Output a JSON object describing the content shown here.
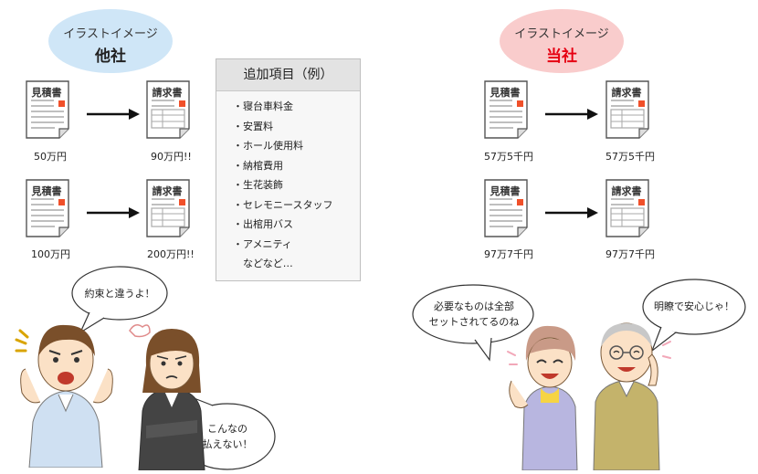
{
  "competitor": {
    "title_sub": "イラストイメージ",
    "title_main": "他社",
    "rows": [
      {
        "estimate_label": "見積書",
        "estimate_price": "50万円",
        "invoice_label": "請求書",
        "invoice_price": "90万円!!"
      },
      {
        "estimate_label": "見積書",
        "estimate_price": "100万円",
        "invoice_label": "請求書",
        "invoice_price": "200万円!!"
      }
    ],
    "extra_items": {
      "header": "追加項目（例）",
      "items": [
        "・寝台車料金",
        "・安置料",
        "・ホール使用料",
        "・納棺費用",
        "・生花装飾",
        "・セレモニースタッフ",
        "・出棺用バス",
        "・アメニティ",
        "　などなど…"
      ]
    },
    "speech_man": "約束と違うよ！",
    "speech_woman_line1": "こんなの",
    "speech_woman_line2": "払えない！"
  },
  "ours": {
    "title_sub": "イラストイメージ",
    "title_main": "当社",
    "rows": [
      {
        "estimate_label": "見積書",
        "estimate_price": "57万5千円",
        "invoice_label": "請求書",
        "invoice_price": "57万5千円"
      },
      {
        "estimate_label": "見積書",
        "estimate_price": "97万7千円",
        "invoice_label": "請求書",
        "invoice_price": "97万7千円"
      }
    ],
    "speech_woman_line1": "必要なものは全部",
    "speech_woman_line2": "セットされてるのね",
    "speech_man": "明瞭で安心じゃ！"
  },
  "colors": {
    "competitor_title_bg": "#cfe6f7",
    "ours_title_bg": "#f9cccc",
    "ours_title_text": "#e60012",
    "doc_stamp": "#f0502a",
    "items_bg": "#f7f7f7",
    "items_header_bg": "#e3e3e3"
  }
}
